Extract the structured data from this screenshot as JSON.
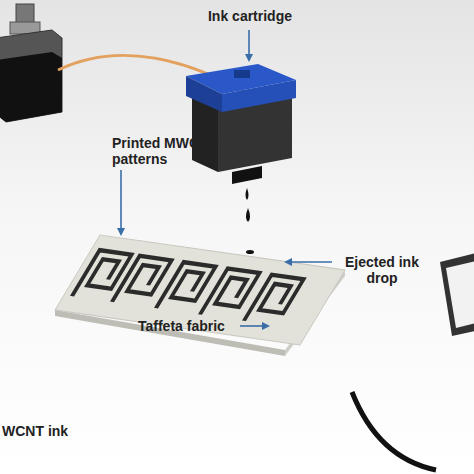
{
  "diagram": {
    "labels": [
      "Ink cartridge",
      "Printed MWCNT patterns",
      "Ejected ink drop",
      "Taffeta fabric",
      "WCNT ink"
    ]
  }
}
